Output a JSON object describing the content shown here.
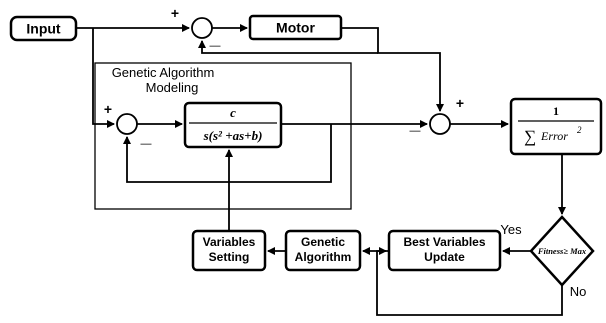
{
  "blocks": {
    "input": "Input",
    "motor": "Motor",
    "ga_modeling_line1": "Genetic Algorithm",
    "ga_modeling_line2": "Modeling",
    "tf_numerator": "c",
    "tf_denominator": "s(s² +as+b)",
    "fitness_numerator": "1",
    "fitness_sigma": "∑",
    "fitness_error": "Error",
    "fitness_exp": "2",
    "variables_setting_line1": "Variables",
    "variables_setting_line2": "Setting",
    "genetic_algorithm_line1": "Genetic",
    "genetic_algorithm_line2": "Algorithm",
    "best_variables_line1": "Best Variables",
    "best_variables_line2": "Update",
    "decision": "Fitness≥ Max"
  },
  "signs": {
    "sum1_plus": "+",
    "sum1_minus": "—",
    "sum2_plus": "+",
    "sum2_minus": "—",
    "sum3_plus": "+",
    "sum3_minus": "—"
  },
  "branches": {
    "yes": "Yes",
    "no": "No"
  }
}
